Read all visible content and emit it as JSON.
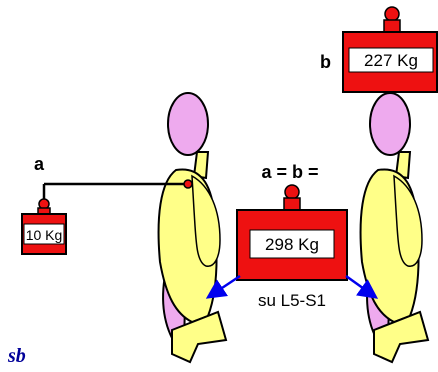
{
  "labels": {
    "a": "a",
    "b": "b",
    "equation": "a = b =",
    "site": "su L5-S1",
    "signature": "sb"
  },
  "weights": {
    "small": "10 Kg",
    "large": "227 Kg",
    "spine_load": "298 Kg"
  },
  "colors": {
    "weight_red": "#ee1111",
    "body_yellow": "#ffff88",
    "organ_pink": "#eeaaee",
    "arrow_blue": "#0000ee",
    "signature_blue": "#000099"
  }
}
